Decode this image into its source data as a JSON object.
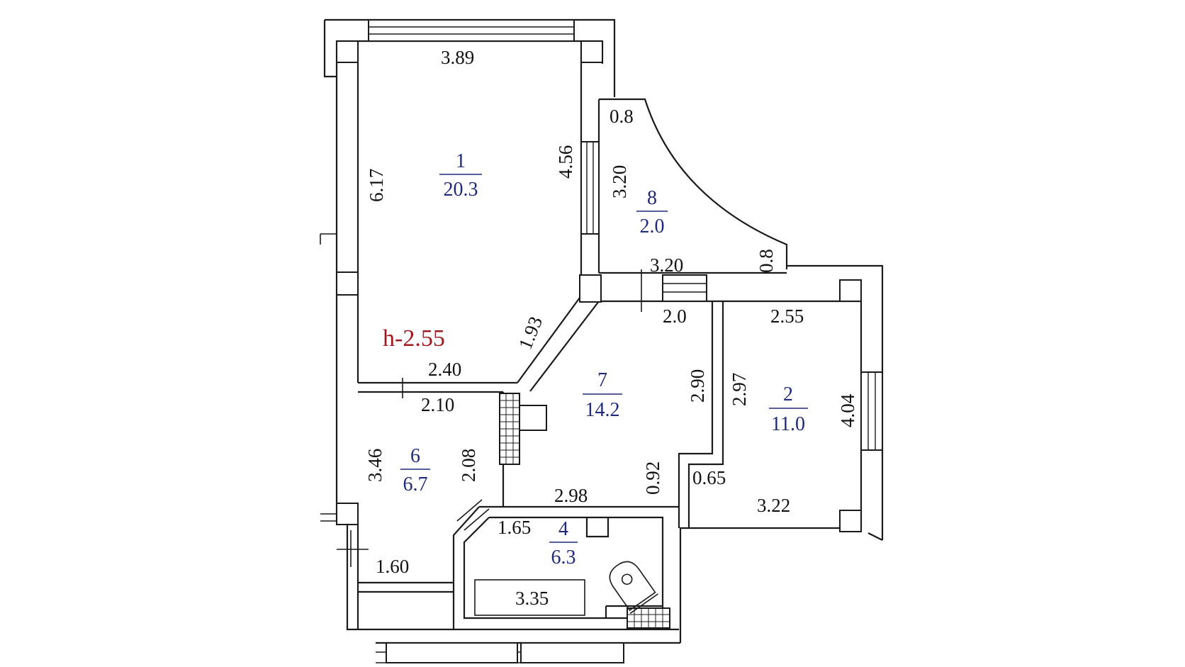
{
  "colors": {
    "wall": "#1a1a1a",
    "room_label": "#1f2a7a",
    "ceiling_height": "#a0191e",
    "background": "#ffffff"
  },
  "ceiling_height": "h-2.55",
  "rooms": [
    {
      "id": "room-1",
      "number": "1",
      "area": "20.3"
    },
    {
      "id": "room-2",
      "number": "2",
      "area": "11.0"
    },
    {
      "id": "room-4",
      "number": "4",
      "area": "6.3"
    },
    {
      "id": "room-6",
      "number": "6",
      "area": "6.7"
    },
    {
      "id": "room-7",
      "number": "7",
      "area": "14.2"
    },
    {
      "id": "room-8",
      "number": "8",
      "area": "2.0"
    }
  ],
  "dimensions": {
    "room1_top": "3.89",
    "room1_left": "6.17",
    "room1_right": "4.56",
    "room1_bottom": "2.40",
    "room1_diag": "1.93",
    "balcony_top": "0.8",
    "balcony_left": "3.20",
    "balcony_bottom": "3.20",
    "balcony_right": "0.8",
    "hall_top": "2.0",
    "hall_right": "2.90",
    "hall_step": "0.92",
    "hall_bottom": "2.98",
    "room2_top": "2.55",
    "room2_left": "2.97",
    "room2_right": "4.04",
    "room2_bottom": "3.22",
    "room2_step": "0.65",
    "room6_top": "2.10",
    "room6_left": "3.46",
    "room6_right": "2.08",
    "room6_bottom": "1.60",
    "bath_top": "1.65",
    "bathtub": "3.35"
  }
}
